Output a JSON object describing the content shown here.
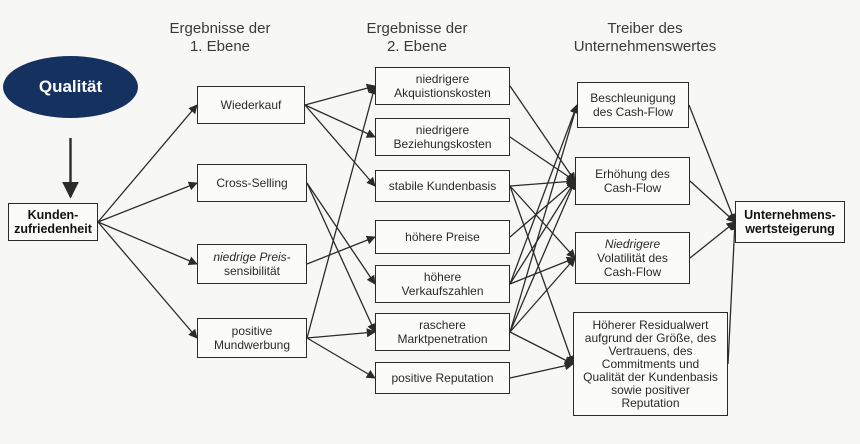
{
  "headers": {
    "level1": "Ergebnisse der\n1. Ebene",
    "level2": "Ergebnisse der\n2. Ebene",
    "drivers": "Treiber des\nUnternehmenswertes"
  },
  "quality_label": "Qualität",
  "nodes": {
    "kundenzufriedenheit": "Kunden-\nzufriedenheit",
    "wiederkauf": "Wiederkauf",
    "cross_selling": "Cross-Selling",
    "preissensibilitaet_a": "niedrige Preis-",
    "preissensibilitaet_b": "sensibilität",
    "mundwerbung": "positive\nMundwerbung",
    "akquisitionskosten": "niedrigere\nAkquistionskosten",
    "beziehungskosten": "niedrigere\nBeziehungskosten",
    "kundenbasis": "stabile Kundenbasis",
    "hoehere_preise": "höhere Preise",
    "verkaufszahlen": "höhere\nVerkaufszahlen",
    "marktpenetration": "raschere\nMarktpenetration",
    "reputation": "positive Reputation",
    "beschleunigung": "Beschleunigung\ndes Cash-Flow",
    "erhoehung": "Erhöhung des\nCash-Flow",
    "volatilitaet_a": "Niedrigere",
    "volatilitaet_b": "Volatilität des\nCash-Flow",
    "residualwert": "Höherer Residualwert\naufgrund der Größe, des\nVertrauens, des\nCommitments und\nQualität der Kundenbasis\nsowie positiver\nReputation",
    "wertsteigerung": "Unternehmens-\nwertsteigerung"
  },
  "edges": [
    [
      "quality",
      "kundenzufriedenheit"
    ],
    [
      "kundenzufriedenheit",
      "wiederkauf"
    ],
    [
      "kundenzufriedenheit",
      "cross_selling"
    ],
    [
      "kundenzufriedenheit",
      "preissensibilitaet"
    ],
    [
      "kundenzufriedenheit",
      "mundwerbung"
    ],
    [
      "wiederkauf",
      "akquisitionskosten"
    ],
    [
      "wiederkauf",
      "beziehungskosten"
    ],
    [
      "wiederkauf",
      "kundenbasis"
    ],
    [
      "cross_selling",
      "verkaufszahlen"
    ],
    [
      "cross_selling",
      "marktpenetration"
    ],
    [
      "preissensibilitaet",
      "hoehere_preise"
    ],
    [
      "mundwerbung",
      "akquisitionskosten"
    ],
    [
      "mundwerbung",
      "marktpenetration"
    ],
    [
      "mundwerbung",
      "reputation"
    ],
    [
      "akquisitionskosten",
      "erhoehung"
    ],
    [
      "beziehungskosten",
      "erhoehung"
    ],
    [
      "kundenbasis",
      "erhoehung"
    ],
    [
      "kundenbasis",
      "volatilitaet"
    ],
    [
      "kundenbasis",
      "residualwert"
    ],
    [
      "hoehere_preise",
      "erhoehung"
    ],
    [
      "verkaufszahlen",
      "beschleunigung"
    ],
    [
      "verkaufszahlen",
      "erhoehung"
    ],
    [
      "verkaufszahlen",
      "volatilitaet"
    ],
    [
      "marktpenetration",
      "beschleunigung"
    ],
    [
      "marktpenetration",
      "erhoehung"
    ],
    [
      "marktpenetration",
      "volatilitaet"
    ],
    [
      "marktpenetration",
      "residualwert"
    ],
    [
      "reputation",
      "residualwert"
    ],
    [
      "beschleunigung",
      "wertsteigerung"
    ],
    [
      "erhoehung",
      "wertsteigerung"
    ],
    [
      "volatilitaet",
      "wertsteigerung"
    ],
    [
      "residualwert",
      "wertsteigerung"
    ]
  ],
  "colors": {
    "oval_fill": "#14315f",
    "oval_text": "#ffffff",
    "line": "#2b2b2b"
  }
}
